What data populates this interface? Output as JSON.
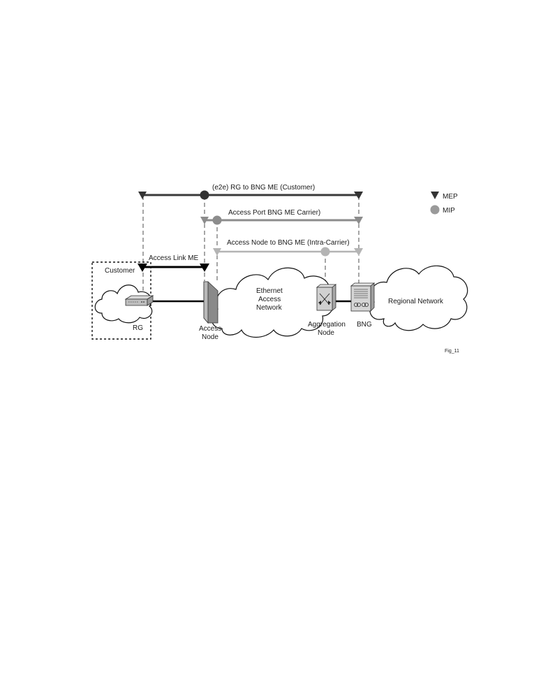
{
  "labels": {
    "e2e_me": "(e2e) RG to BNG ME (Customer)",
    "access_port_me": "Access Port BNG ME Carrier)",
    "access_node_me": "Access Node to BNG ME (Intra-Carrier)",
    "access_link_me": "Access Link ME",
    "customer": "Customer",
    "rg": "RG",
    "access_node_line1": "Access",
    "access_node_line2": "Node",
    "ethernet_line1": "Ethernet",
    "ethernet_line2": "Access",
    "ethernet_line3": "Network",
    "aggregation_line1": "Aggregation",
    "aggregation_line2": "Node",
    "bng": "BNG",
    "regional": "Regional Network",
    "fig": "Fig_11"
  },
  "legend": {
    "mep": "MEP",
    "mip": "MIP"
  },
  "colors": {
    "e2e_line": "#3a3a3a",
    "carrier_line": "#8c8c8c",
    "intra_line": "#b4b4b4",
    "access_link_line": "#000000",
    "mip": "#9a9a9a"
  }
}
